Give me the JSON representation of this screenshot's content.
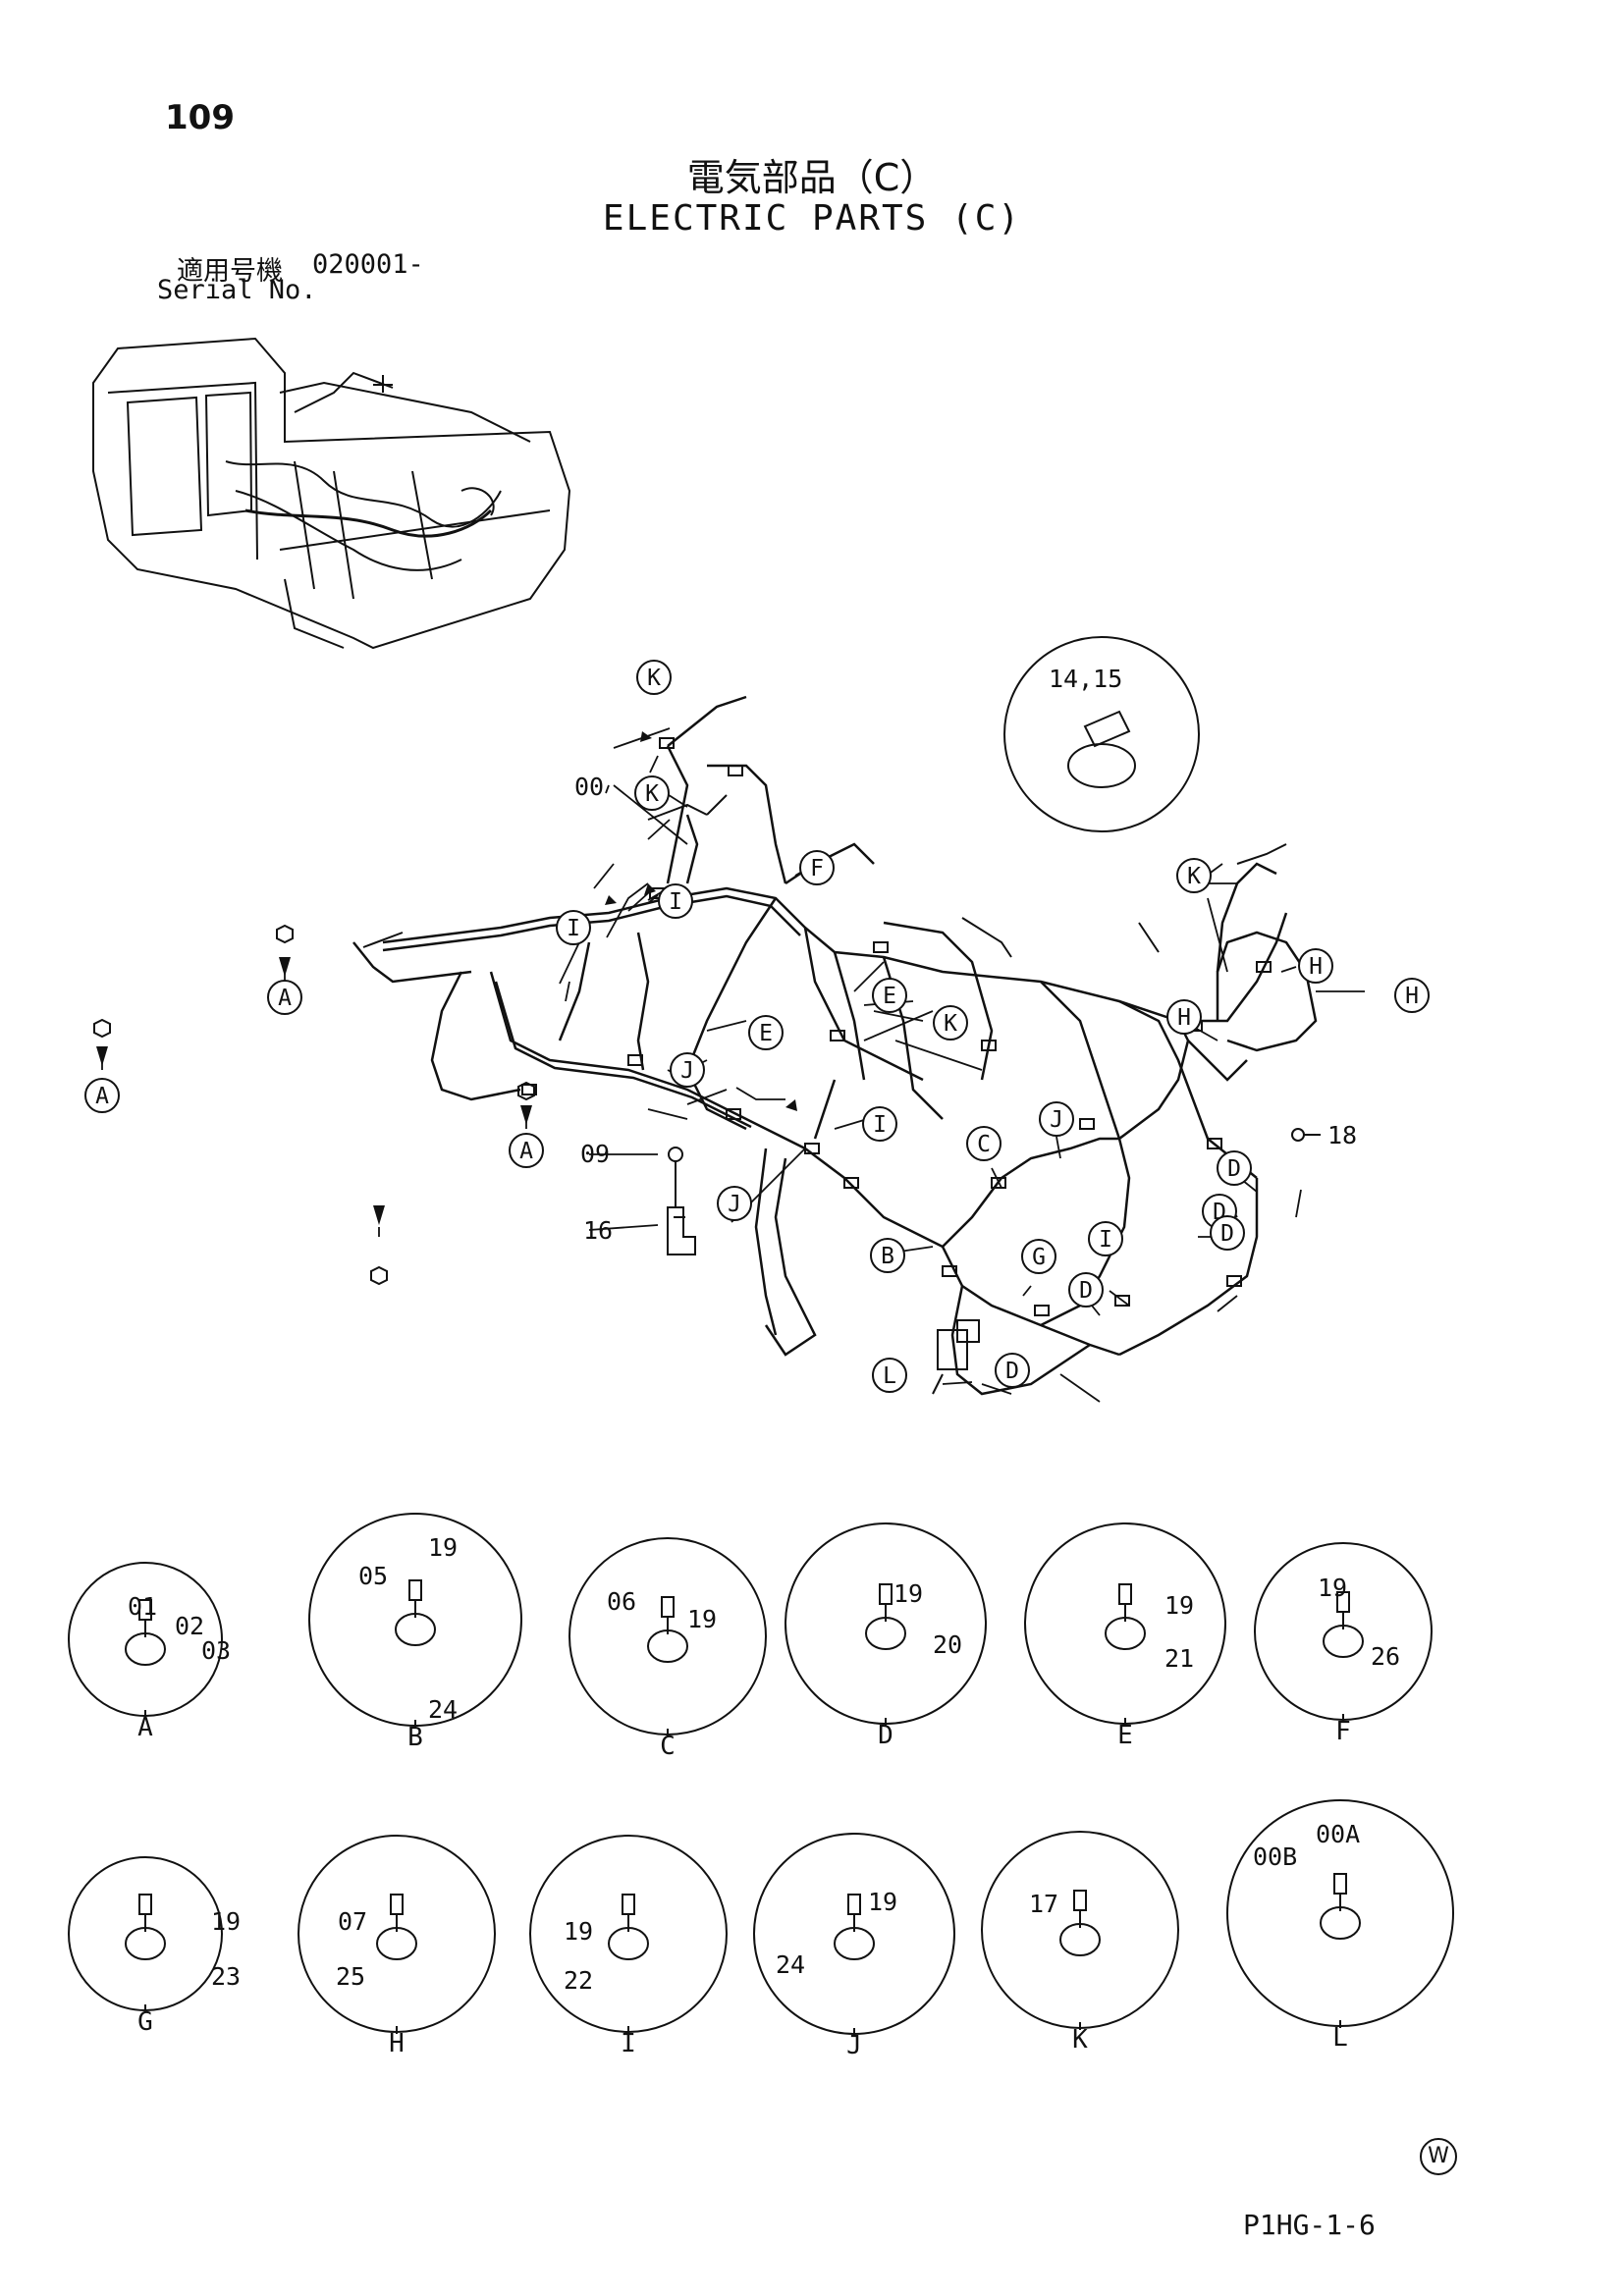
{
  "header": {
    "page_number": "109",
    "title_jp": "電気部品（C）",
    "title_en": "ELECTRIC PARTS (C)",
    "serial_label_jp": "適用号機",
    "serial_value": "020001-",
    "serial_label_en": "Serial No."
  },
  "main_callouts": {
    "harness": "00",
    "bolt": "09",
    "bracket": "16",
    "screw": "18",
    "band_inset": "14,15"
  },
  "detail_circles": [
    {
      "letter": "A",
      "parts": [
        "01",
        "02",
        "03"
      ]
    },
    {
      "letter": "B",
      "parts": [
        "05",
        "19",
        "24"
      ]
    },
    {
      "letter": "C",
      "parts": [
        "06",
        "19"
      ]
    },
    {
      "letter": "D",
      "parts": [
        "19",
        "20"
      ]
    },
    {
      "letter": "E",
      "parts": [
        "19",
        "21"
      ]
    },
    {
      "letter": "F",
      "parts": [
        "19",
        "26"
      ]
    },
    {
      "letter": "G",
      "parts": [
        "19",
        "23"
      ]
    },
    {
      "letter": "H",
      "parts": [
        "07",
        "25"
      ]
    },
    {
      "letter": "I",
      "parts": [
        "19",
        "22"
      ]
    },
    {
      "letter": "J",
      "parts": [
        "19",
        "24"
      ]
    },
    {
      "letter": "K",
      "parts": [
        "17"
      ]
    },
    {
      "letter": "L",
      "parts": [
        "00B",
        "00A"
      ]
    }
  ],
  "footer": {
    "code": "P1HG-1-6",
    "mark": "W"
  },
  "colors": {
    "ink": "#111111",
    "paper": "#ffffff"
  }
}
